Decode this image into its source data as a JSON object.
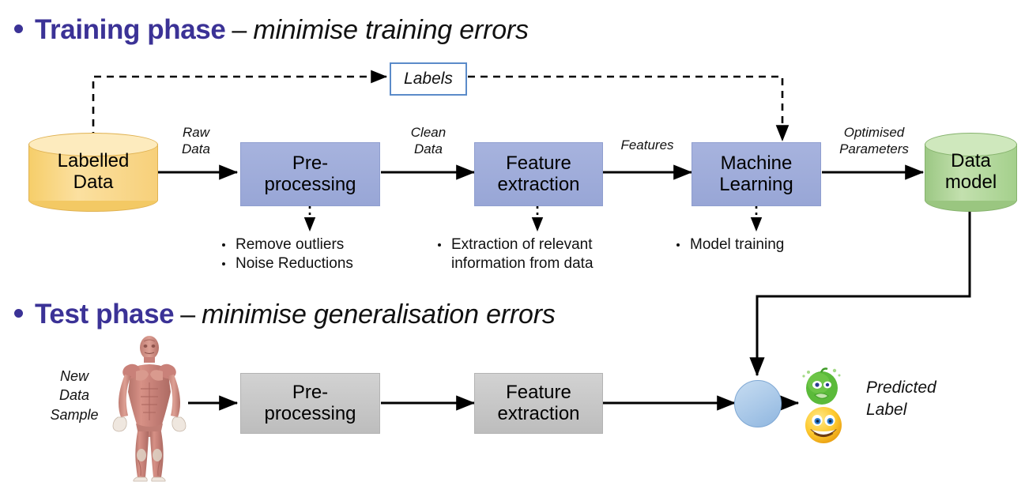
{
  "slide": {
    "training_heading": {
      "bullet": "bullet-dot",
      "strong": "Training phase",
      "dash": "–",
      "emphasis": "minimise training errors"
    },
    "test_heading": {
      "bullet": "bullet-dot",
      "strong": "Test phase",
      "dash": "–",
      "emphasis": "minimise generalisation errors"
    }
  },
  "training_flow": {
    "source": {
      "line1": "Labelled",
      "line2": "Data",
      "shape": "cylinder",
      "color": "#F7D276"
    },
    "labels_box": {
      "text": "Labels",
      "border_color": "#5B8BC9"
    },
    "stages": [
      {
        "line1": "Pre-",
        "line2": "processing",
        "color": "#9FACDB"
      },
      {
        "line1": "Feature",
        "line2": "extraction",
        "color": "#9FACDB"
      },
      {
        "line1": "Machine",
        "line2": "Learning",
        "color": "#9FACDB"
      }
    ],
    "output": {
      "line1": "Data",
      "line2": "model",
      "shape": "cylinder",
      "color": "#A9D18E"
    },
    "edge_labels": [
      {
        "line1": "Raw",
        "line2": "Data"
      },
      {
        "line1": "Clean",
        "line2": "Data"
      },
      {
        "line1": "Features",
        "line2": ""
      },
      {
        "line1": "Optimised",
        "line2": "Parameters"
      }
    ],
    "notes": [
      {
        "items": [
          "Remove outliers",
          "Noise Reductions"
        ]
      },
      {
        "items": [
          "Extraction of relevant",
          "information from data"
        ],
        "bulleted_first_only": true
      },
      {
        "items": [
          "Model training"
        ]
      }
    ]
  },
  "test_flow": {
    "sample_label": {
      "line1": "New",
      "line2": "Data",
      "line3": "Sample"
    },
    "sample_image": "anatomy-figure-icon",
    "stages": [
      {
        "line1": "Pre-",
        "line2": "processing",
        "color": "#C9C9C9"
      },
      {
        "line1": "Feature",
        "line2": "extraction",
        "color": "#C9C9C9"
      }
    ],
    "classifier_node": {
      "shape": "ellipse",
      "color": "#A8C6E8"
    },
    "outputs": [
      {
        "icon": "sick-green-face-icon"
      },
      {
        "icon": "grinning-yellow-face-icon"
      }
    ],
    "predicted_label": {
      "line1": "Predicted",
      "line2": "Label"
    }
  },
  "colors": {
    "heading_purple": "#3B3296",
    "blue_box": "#9FACDB",
    "grey_box": "#C9C9C9",
    "yellow_cylinder": "#F7D276",
    "green_cylinder": "#A9D18E",
    "node_blue": "#A8C6E8",
    "labels_border": "#5B8BC9"
  }
}
